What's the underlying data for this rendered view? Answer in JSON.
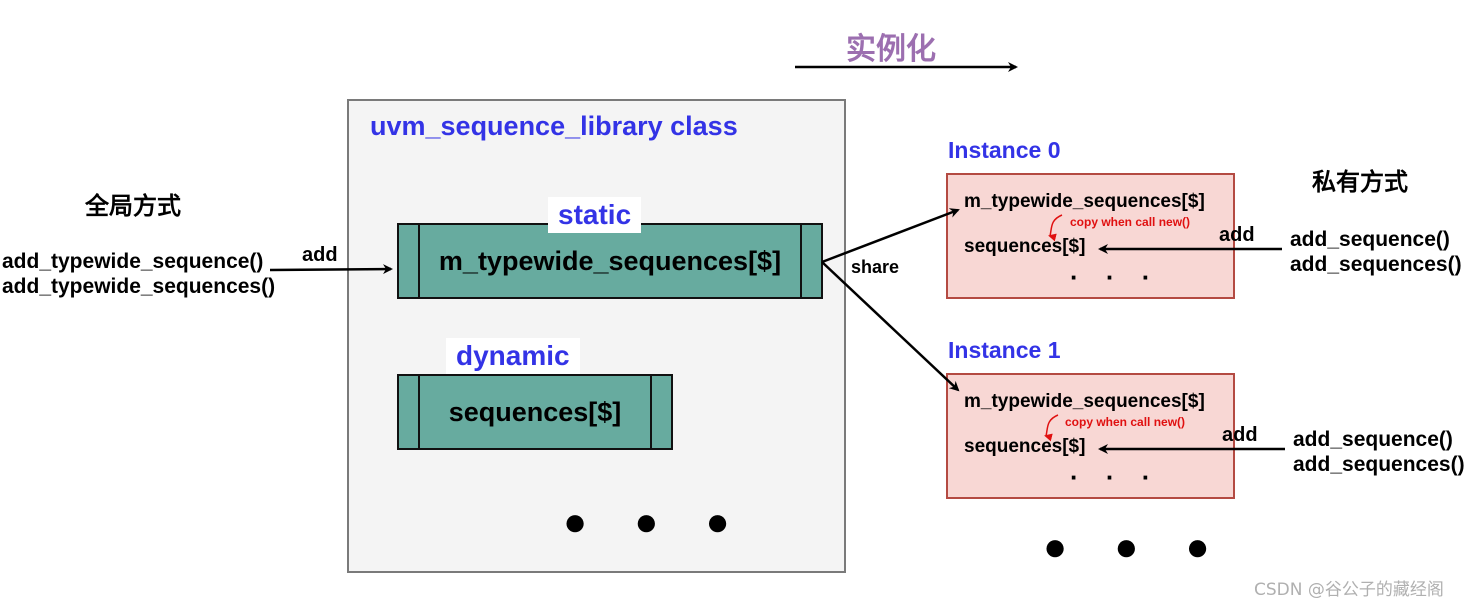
{
  "title": "实例化",
  "library": {
    "title": "uvm_sequence_library class",
    "static_tag": "static",
    "static_field": "m_typewide_sequences[$]",
    "dynamic_tag": "dynamic",
    "dynamic_field": "sequences[$]",
    "ellipsis": "● ● ●"
  },
  "global": {
    "title": "全局方式",
    "methods": [
      "add_typewide_sequence()",
      "add_typewide_sequences()"
    ],
    "arrow_label": "add"
  },
  "share_label": "share",
  "instances": [
    {
      "label": "Instance 0",
      "typewide": "m_typewide_sequences[$]",
      "copy_note": "copy when call new()",
      "sequences": "sequences[$]",
      "ellipsis": "· · ·"
    },
    {
      "label": "Instance 1",
      "typewide": "m_typewide_sequences[$]",
      "copy_note": "copy when call new()",
      "sequences": "sequences[$]",
      "ellipsis": "· · ·"
    }
  ],
  "private": {
    "title": "私有方式",
    "arrow_label": "add",
    "methods": [
      "add_sequence()",
      "add_sequences()"
    ]
  },
  "instances_ellipsis": "● ● ●",
  "watermark": "CSDN @谷公子的藏经阁",
  "colors": {
    "accent_blue": "#3333e6",
    "title_purple": "#9c6fb0",
    "teal_fill": "#67ab9f",
    "instance_fill": "#f8d7d4",
    "instance_border": "#b44a42",
    "note_red": "#e01010"
  }
}
